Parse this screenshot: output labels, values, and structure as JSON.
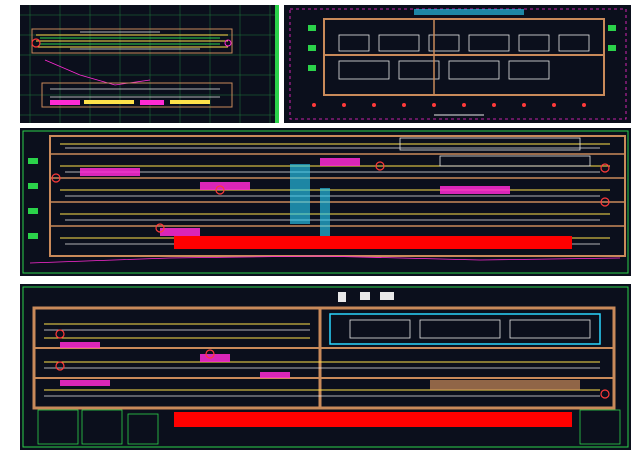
{
  "figure": {
    "panels": [
      {
        "id": "layout-overview-left"
      },
      {
        "id": "layout-overview-right"
      },
      {
        "id": "layout-detail-middle"
      },
      {
        "id": "layout-detail-bottom"
      }
    ],
    "redaction_color": "#ff0000",
    "background_color": "#0b0f1c",
    "line_colors": {
      "grid": "#1f7a3a",
      "green": "#2bd24a",
      "magenta": "#ff2ad4",
      "yellow": "#ffe14a",
      "white": "#e8e8e8",
      "cyan": "#2ad6ff",
      "brown": "#c98a5a",
      "red": "#ff3a3a"
    }
  }
}
